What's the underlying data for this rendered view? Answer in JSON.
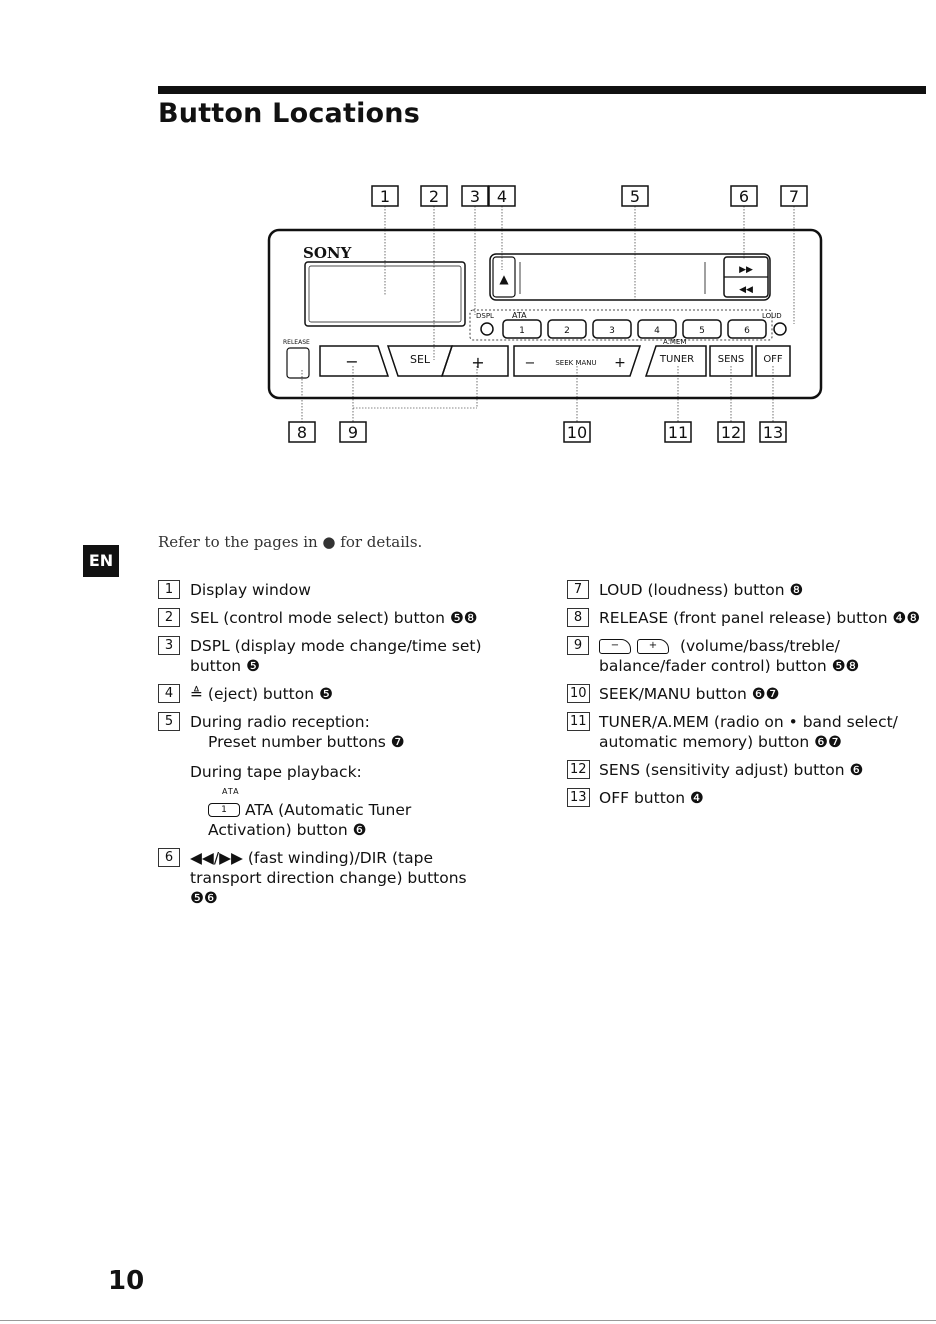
{
  "page": {
    "title": "Button Locations",
    "lang_tab": "EN",
    "refer_note": "Refer to the pages in ● for details.",
    "page_number": "10"
  },
  "diagram": {
    "brand": "SONY",
    "top_callouts": [
      "1",
      "2",
      "3",
      "4",
      "5",
      "6",
      "7"
    ],
    "bottom_callouts": [
      "8",
      "9",
      "10",
      "11",
      "12",
      "13"
    ],
    "labels": {
      "dspl": "DSPL",
      "ata": "ATA",
      "loud": "LOUD",
      "release": "RELEASE",
      "amem": "A.MEM",
      "sel": "SEL",
      "seek_manu": "SEEK MANU",
      "tuner": "TUNER",
      "sens": "SENS",
      "off": "OFF",
      "minus": "−",
      "plus": "+",
      "ff": "▶▶",
      "rew": "◀◀",
      "eject": "▲"
    },
    "preset_buttons": [
      "1",
      "2",
      "3",
      "4",
      "5",
      "6"
    ]
  },
  "items_left": [
    {
      "num": "1",
      "text": "Display window"
    },
    {
      "num": "2",
      "text": "SEL (control mode select) button ❺❽"
    },
    {
      "num": "3",
      "text": "DSPL (display mode change/time set) button ❺"
    },
    {
      "num": "4",
      "text": "≜ (eject) button ❺"
    },
    {
      "num": "5",
      "text": "During radio reception:",
      "indent": "Preset number buttons ❼",
      "sub": "During tape playback:",
      "ata_tag": "ATA",
      "mini_label": "1",
      "sub_text": "ATA (Automatic Tuner",
      "sub_indent": "Activation) button ❻"
    },
    {
      "num": "6",
      "text": "◀◀/▶▶ (fast winding)/DIR (tape transport direction change) buttons ❺❻"
    }
  ],
  "items_right": [
    {
      "num": "7",
      "text": "LOUD (loudness) button ❽"
    },
    {
      "num": "8",
      "text": "RELEASE (front panel release) button ❹❽"
    },
    {
      "num": "9",
      "minus": "−",
      "plus": "+",
      "text": "(volume/bass/treble/",
      "cont": "balance/fader control) button ❺❽"
    },
    {
      "num": "10",
      "text": "SEEK/MANU button ❻❼"
    },
    {
      "num": "11",
      "text": "TUNER/A.MEM (radio on • band select/ automatic memory) button ❻❼"
    },
    {
      "num": "12",
      "text": "SENS (sensitivity adjust) button ❻"
    },
    {
      "num": "13",
      "text": "OFF button ❹"
    }
  ]
}
